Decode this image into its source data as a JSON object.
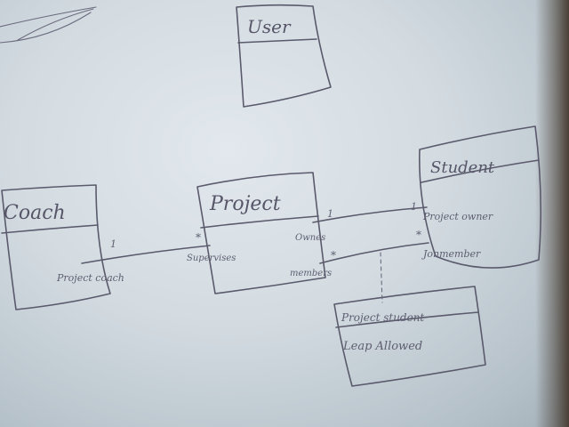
{
  "entities": {
    "user": {
      "title": "User",
      "attributes": []
    },
    "coach": {
      "title": "Coach",
      "attributes": [
        "Project coach"
      ]
    },
    "project": {
      "title": "Project",
      "attributes": []
    },
    "student": {
      "title": "Student",
      "attributes": [
        "Project owner",
        "Jonmember"
      ]
    },
    "project_student": {
      "title": "Project student",
      "attributes": [
        "Leap Allowed"
      ]
    }
  },
  "relations": {
    "coach_project": {
      "coach_end": "1",
      "project_end": "*",
      "project_role": "Supervises"
    },
    "project_student_owner": {
      "project_end": "1",
      "student_end": "1",
      "project_role": "Ownes"
    },
    "project_student_member": {
      "project_end": "*",
      "student_end": "*",
      "project_role": "members"
    }
  },
  "colors": {
    "paper": "#dce3e8",
    "ink": "#5a5a6c",
    "edge": "#4a3f36"
  }
}
